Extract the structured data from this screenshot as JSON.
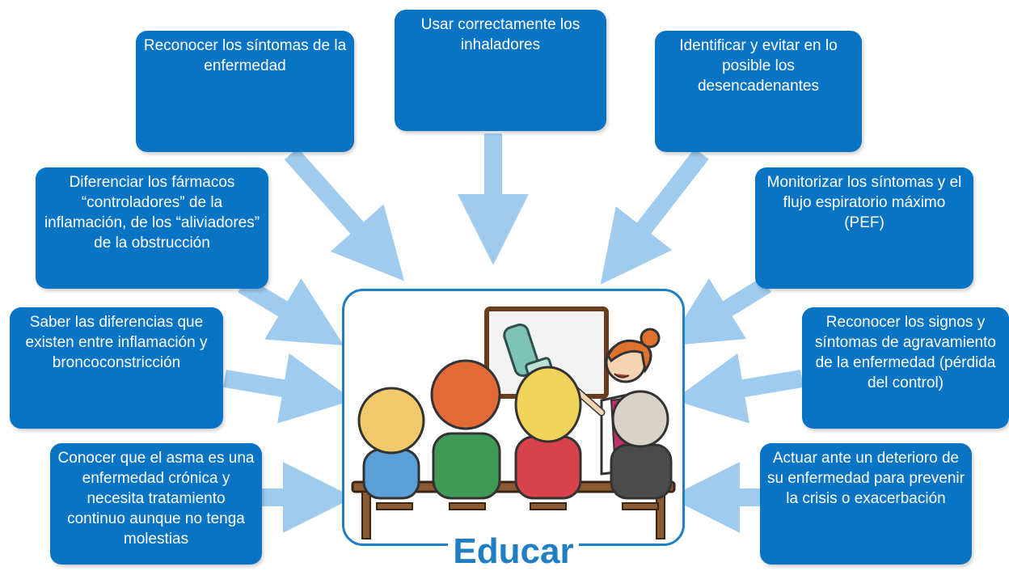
{
  "boxes": {
    "sintomas": "Reconocer los síntomas de la enfermedad",
    "inhaladores": "Usar correctamente los inhaladores",
    "desencadenantes": "Identificar y evitar en lo posible los desencadenantes",
    "farmacos": "Diferenciar los fármacos “controladores” de la inflamación, de los “aliviadores” de la obstrucción",
    "monitorizar": "Monitorizar los síntomas y el flujo espiratorio máximo (PEF)",
    "diferencias": "Saber las diferencias que existen entre inflamación y broncoconstricción",
    "agravamiento": "Reconocer los signos y síntomas de agravamiento de la enfermedad (pérdida del control)",
    "cronica": "Conocer que el asma es una enfermedad crónica y necesita tratamiento continuo aunque no tenga molestias",
    "actuar": "Actuar ante un deterioro de su enfermedad para prevenir la crisis o exacerbación"
  },
  "center": {
    "title": "Educar",
    "illustration": "classroom-teacher-inhaler-illustration"
  },
  "colors": {
    "box": "#0a74c4",
    "arrow": "#9fcbee",
    "frame": "#1f7fc2",
    "title": "#1f7fc2"
  }
}
